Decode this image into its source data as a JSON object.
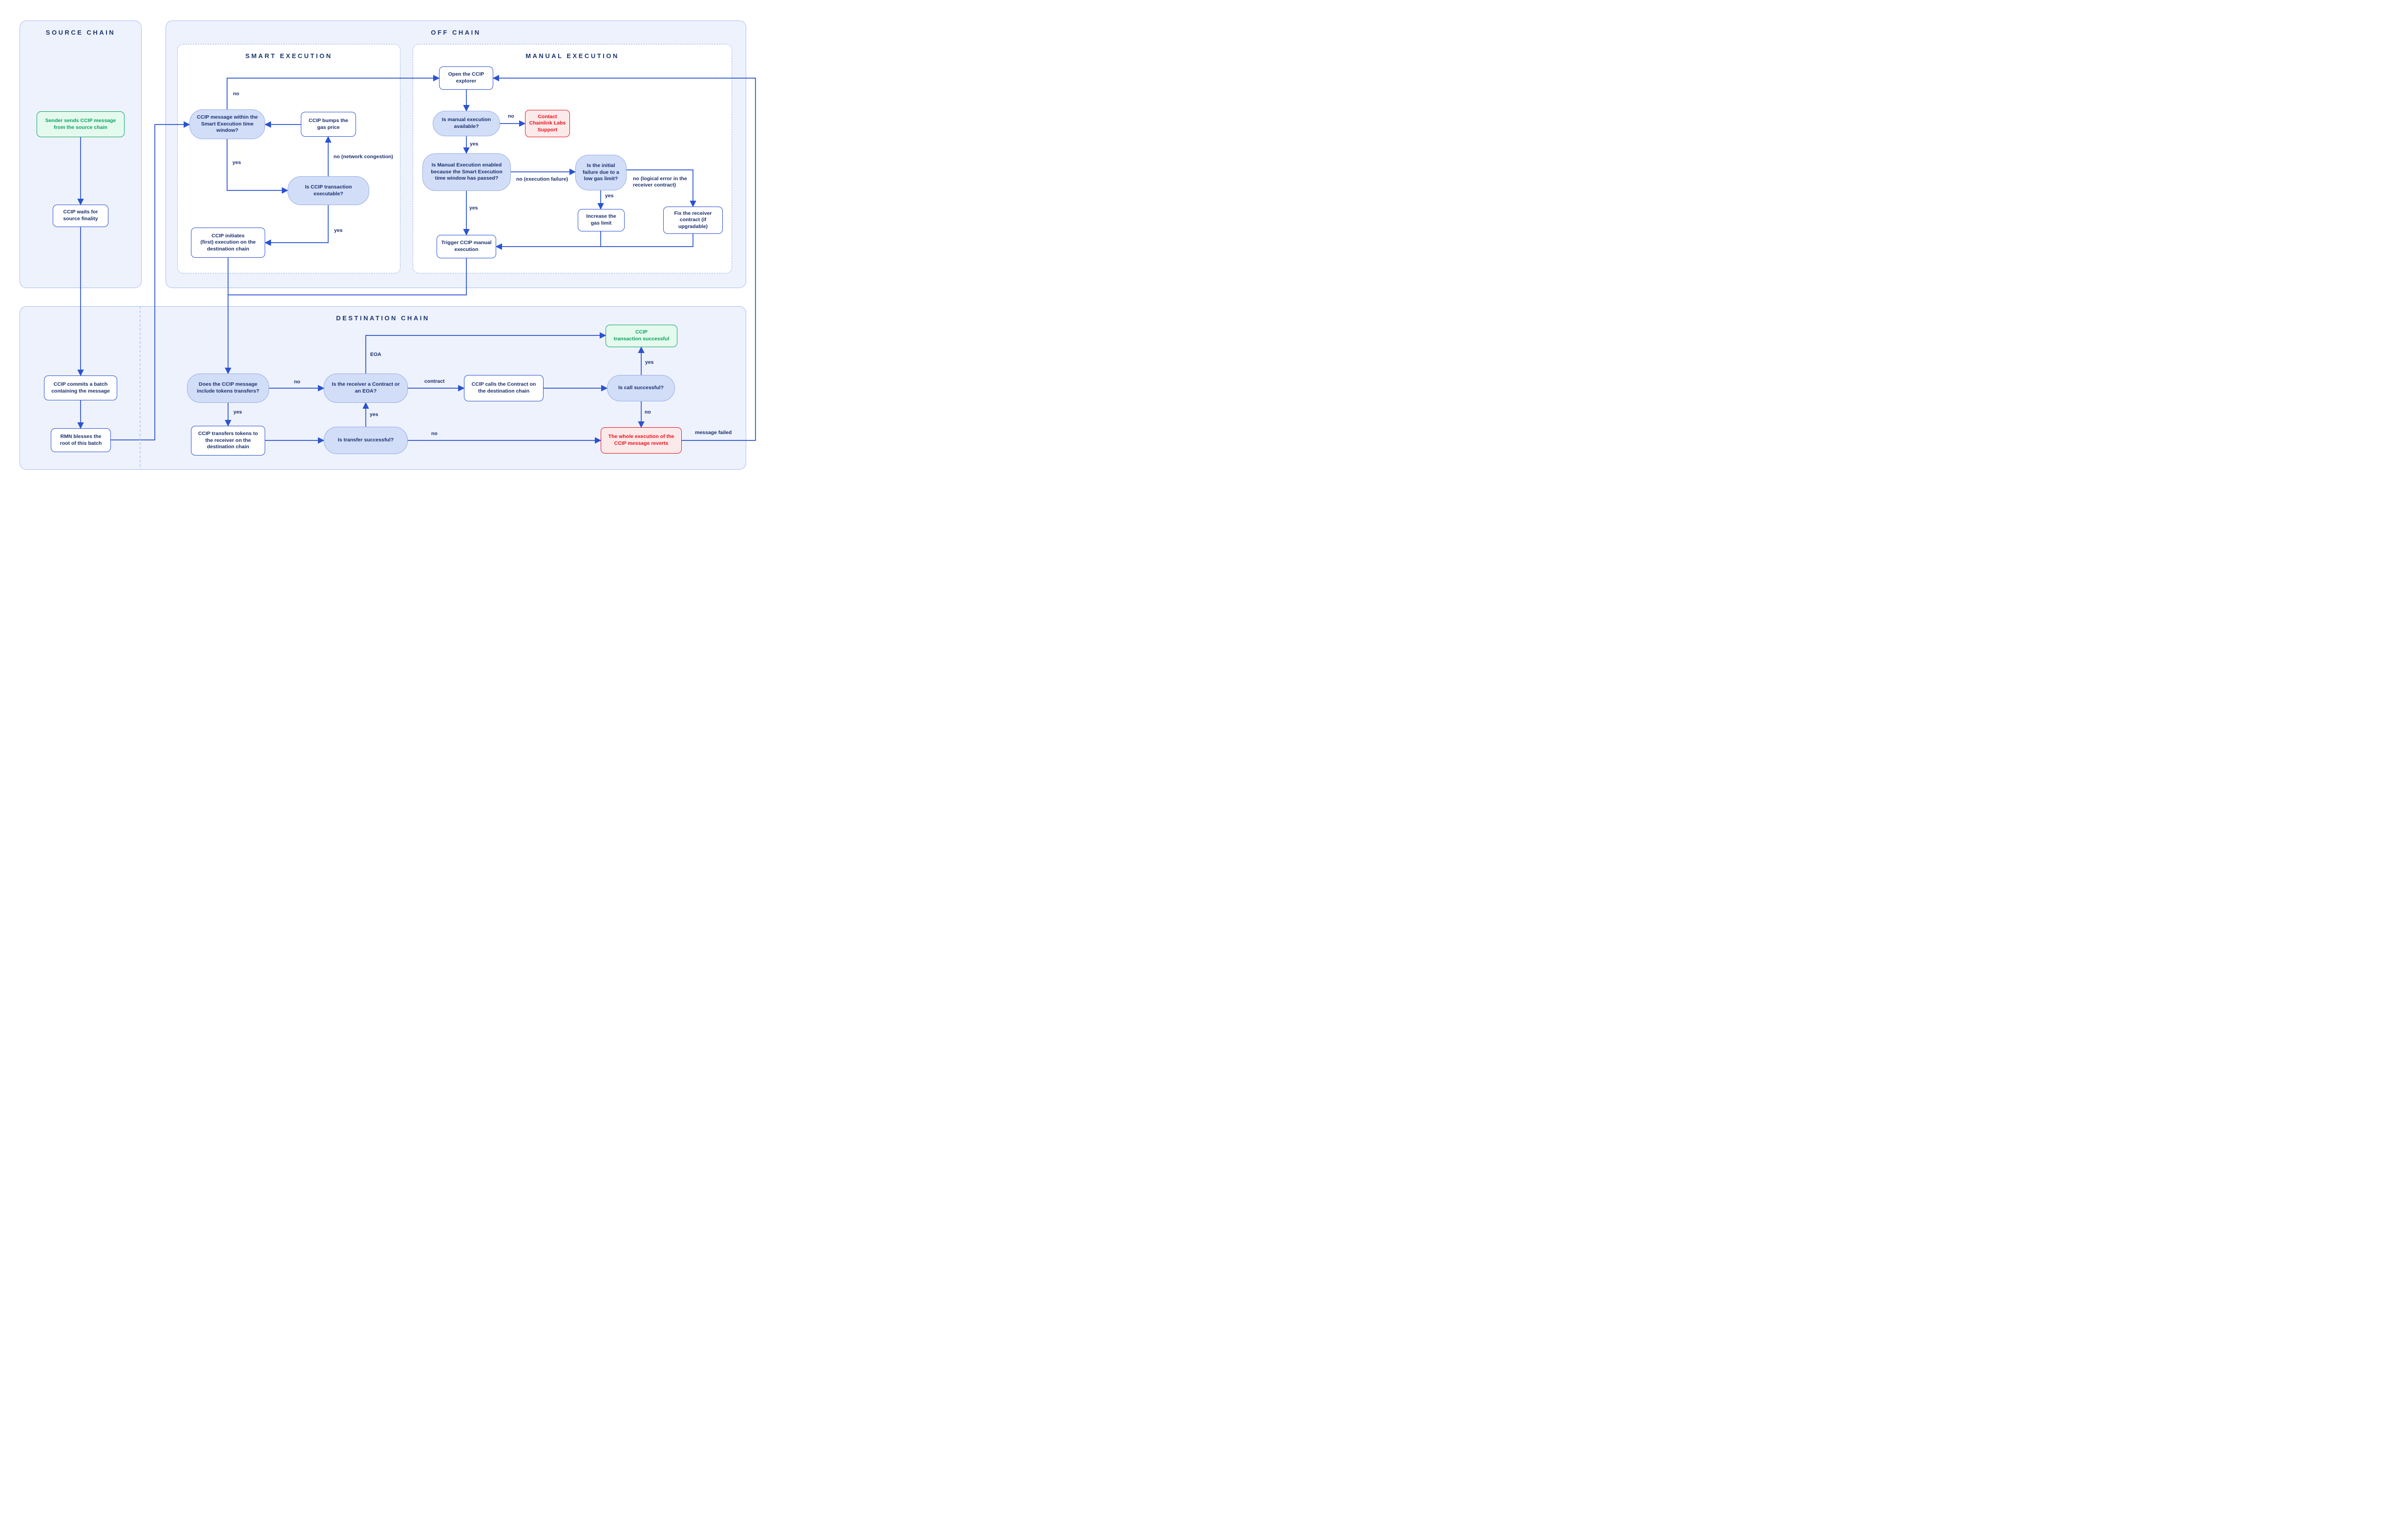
{
  "colors": {
    "line_blue": "#2A52D2",
    "navy_text": "#1B2F6E",
    "title_navy": "#1C3572",
    "panel_fill": "#EEF2FC",
    "panel_border": "#A9BDF2",
    "subpanel_dash_border": "#97ACE9",
    "decision_fill": "#D2DEF8",
    "decision_border": "#96ABE9",
    "process_border": "#2A52D2",
    "success_green": "#0AA35C",
    "success_fill": "#E5FAEF",
    "error_red": "#E8131D",
    "error_fill": "#FCE9E9"
  },
  "panels": {
    "source": {
      "title": "SOURCE CHAIN"
    },
    "offchain": {
      "title": "OFF CHAIN"
    },
    "smart": {
      "title": "SMART EXECUTION"
    },
    "manual": {
      "title": "MANUAL EXECUTION"
    },
    "destination": {
      "title": "DESTINATION CHAIN"
    }
  },
  "nodes": {
    "sender": "Sender sends CCIP message from the source chain",
    "waits": "CCIP waits for source finality",
    "commits": "CCIP commits a batch containing the message",
    "rmn": "RMN blesses the root of this batch",
    "within_window": "CCIP message within the Smart Execution time window?",
    "bumps": "CCIP bumps the gas price",
    "executable": "Is CCIP transaction executable?",
    "initiates": "CCIP initiates\n(first) execution on the\ndestination chain",
    "open_explorer": "Open the CCIP explorer",
    "manual_available": "Is manual execution available?",
    "contact_support": "Contact Chainlink Labs Support",
    "manual_enabled": "Is Manual Execution enabled because the Smart Execution time window has passed?",
    "low_gas": "Is the initial failure due to a low gas limit?",
    "increase_gas": "Increase the gas limit",
    "fix_receiver": "Fix the receiver contract (if upgradable)",
    "trigger": "Trigger CCIP manual execution",
    "does_tokens": "Does the CCIP message include tokens transfers?",
    "receiver_type": "Is the receiver a Contract or an EOA?",
    "calls_contract": "CCIP calls the Contract on the destination chain",
    "call_success": "Is call successful?",
    "tx_success": "CCIP\ntransaction successful",
    "transfers_tokens": "CCIP transfers tokens to the receiver on the destination chain",
    "transfer_success": "Is transfer successful?",
    "reverts": "The whole execution of the CCIP message reverts"
  },
  "labels": {
    "smart_window_no": "no",
    "smart_window_yes": "yes",
    "network_congestion": "no (network congestion)",
    "executable_yes": "yes",
    "manual_available_no": "no",
    "manual_available_yes": "yes",
    "execution_failure": "no (execution failure)",
    "manual_enabled_yes": "yes",
    "low_gas_yes": "yes",
    "logical_error": "no (logical error in the receiver contract)",
    "does_tokens_no": "no",
    "does_tokens_yes": "yes",
    "receiver_eoa": "EOA",
    "receiver_contract": "contract",
    "call_yes": "yes",
    "call_no": "no",
    "transfer_yes": "yes",
    "transfer_no": "no",
    "message_failed": "message failed"
  }
}
